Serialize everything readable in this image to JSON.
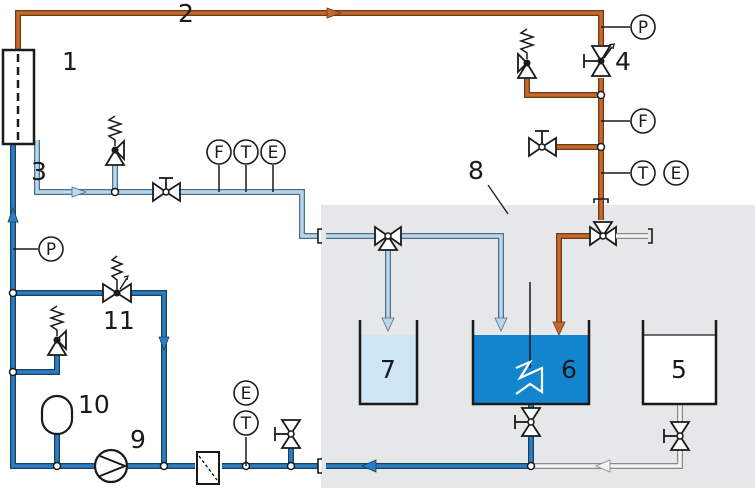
{
  "labels": {
    "pipe_2": "2",
    "heater_1": "1",
    "line_3": "3",
    "valve_4": "4",
    "zone_8": "8",
    "tank_7": "7",
    "tank_6": "6",
    "tank_5": "5",
    "expansion_10": "10",
    "pump_9": "9",
    "valve_11": "11"
  },
  "instruments": {
    "p_top": "P",
    "f_right": "F",
    "t_right": "T",
    "e_right": "E",
    "f_mid": "F",
    "t_mid": "T",
    "e_mid": "E",
    "p_left": "P",
    "e_bottom": "E",
    "t_bottom": "T"
  },
  "colors": {
    "hot_pipe": "#c8682a",
    "hot_pipe_dark": "#6b3a17",
    "cold_pipe": "#2a7fc4",
    "cold_pipe_dark": "#1b3f5c",
    "light_pipe": "#bcd6ea",
    "light_pipe_dark": "#4d6f8c",
    "return_pipe": "#f0f0f0",
    "return_pipe_dark": "#8a8a8a",
    "zone_bg": "#e6e7e8",
    "tank6_fill": "#1385cf",
    "tank7_fill": "#cfe6f7",
    "tank5_fill": "#ffffff"
  }
}
